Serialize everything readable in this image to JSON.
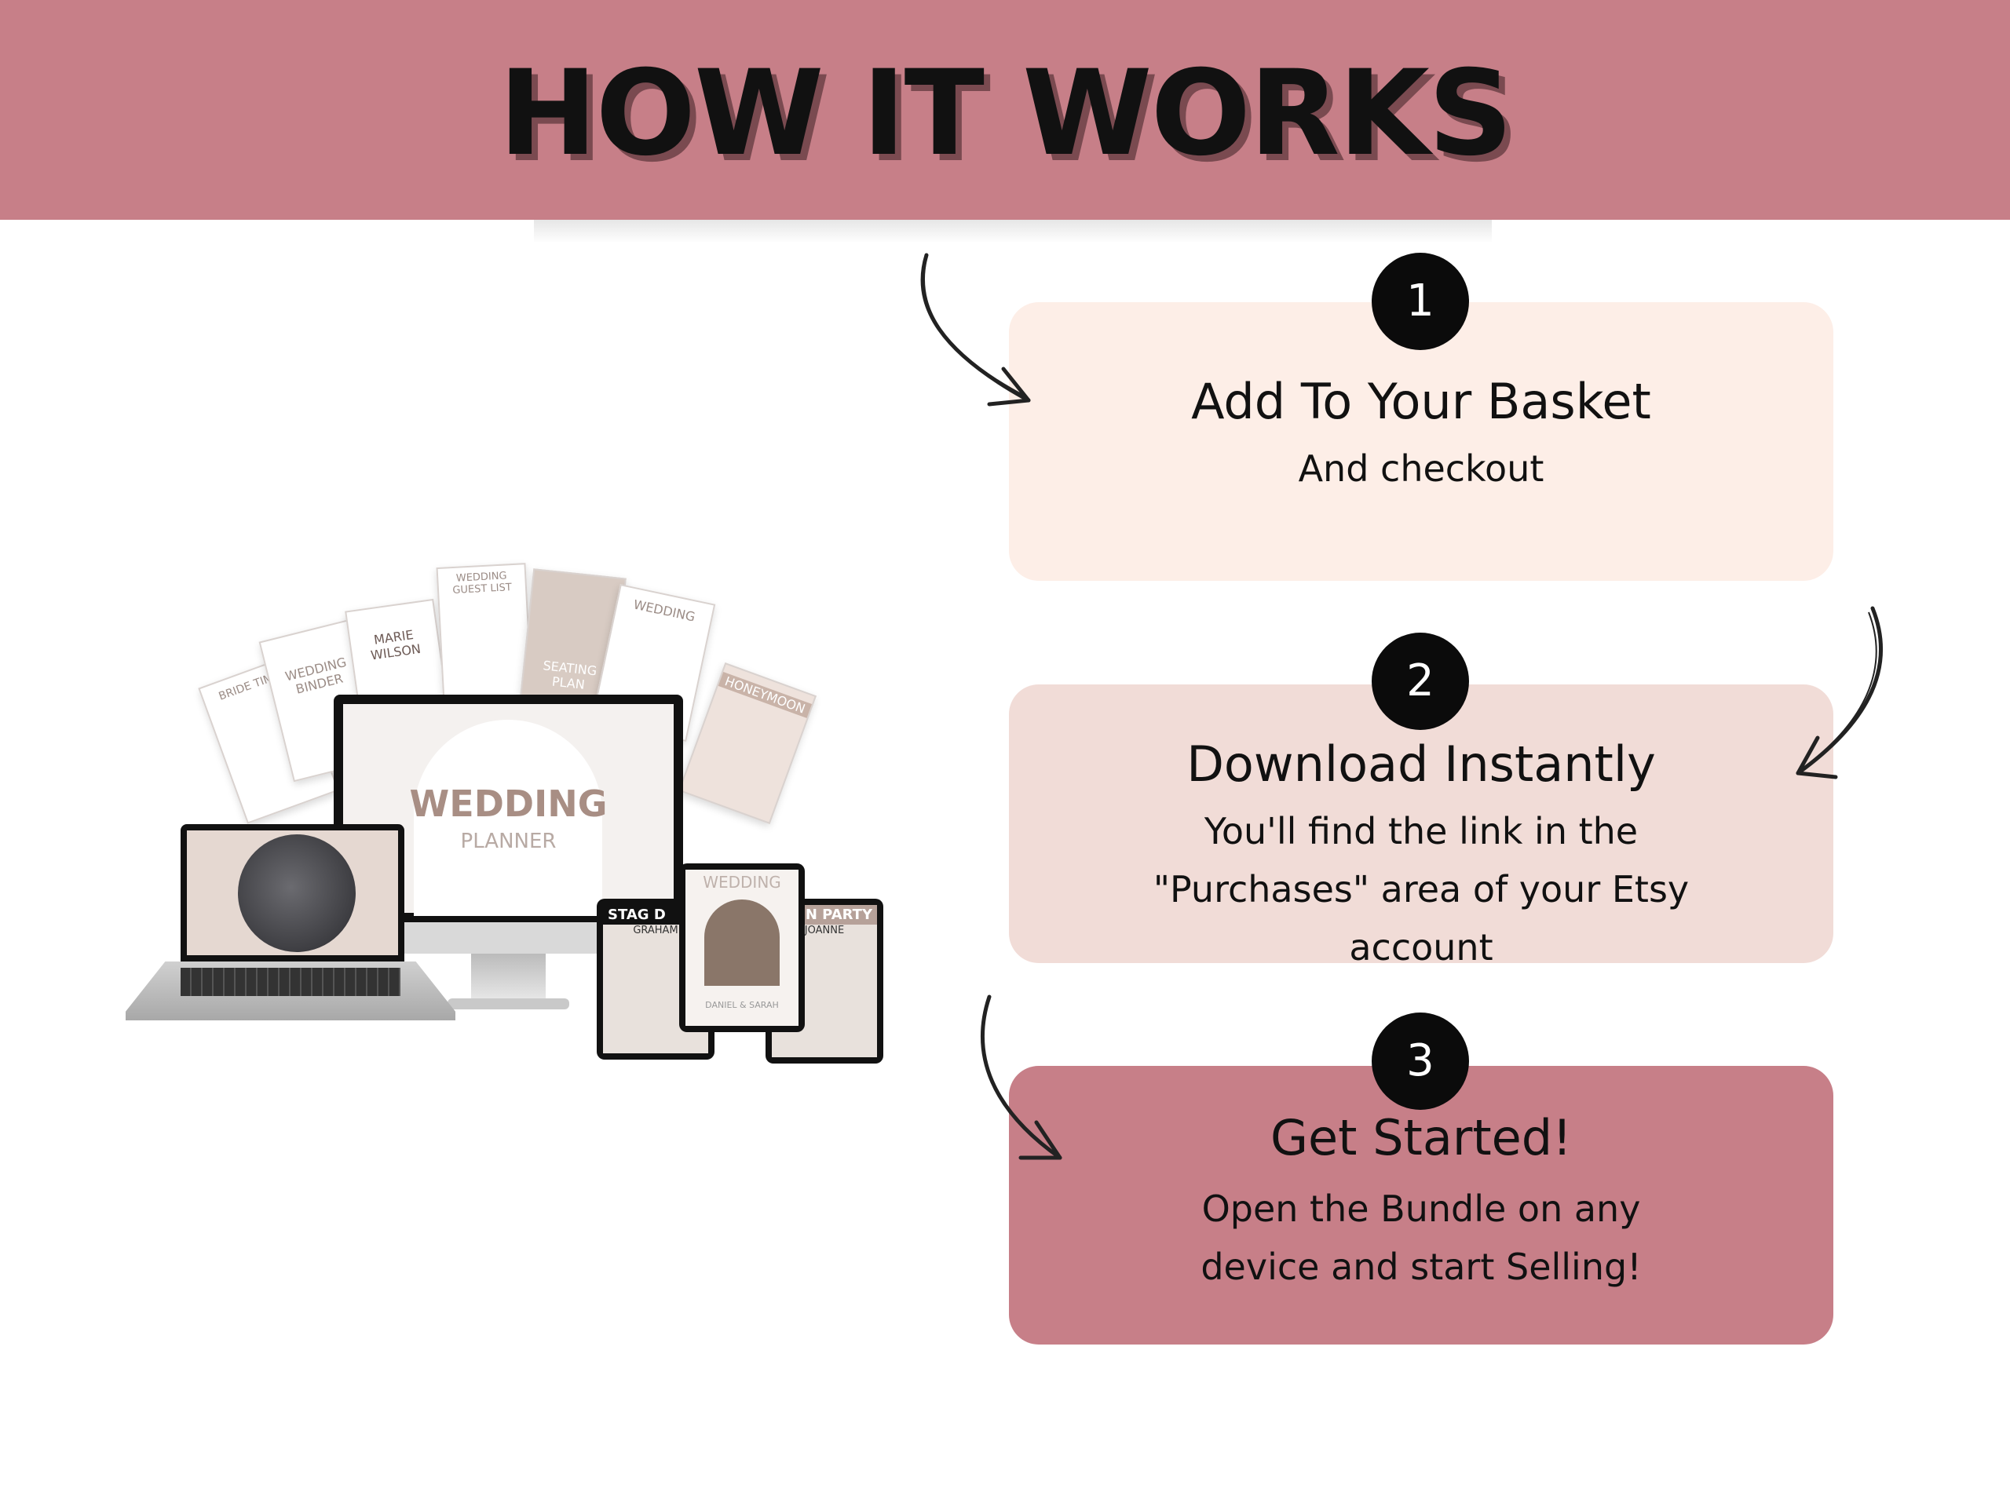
{
  "header": {
    "title": "HOW IT WORKS"
  },
  "steps": [
    {
      "number": "1",
      "title": "Add To Your Basket",
      "subtitle": "And checkout"
    },
    {
      "number": "2",
      "title": "Download Instantly",
      "subtitle": "You'll find the link in the \"Purchases\" area of your Etsy account"
    },
    {
      "number": "3",
      "title": "Get Started!",
      "subtitle": "Open the Bundle on any device and start Selling!"
    }
  ],
  "mockup": {
    "monitor_title": "WEDDING",
    "monitor_subtitle": "PLANNER",
    "tablet_left_label": "STAG D",
    "tablet_left_name": "GRAHAM",
    "tablet_middle_label": "WEDDING",
    "tablet_middle_names": "DANIEL & SARAH",
    "tablet_right_label": "N PARTY",
    "tablet_right_name": "JOANNE",
    "paper_labels": [
      "BRIDE TIME",
      "WEDDING BINDER",
      "MARIE WILSON",
      "WEDDING GUEST LIST",
      "SEATING PLAN",
      "WEDDING",
      "HONEYMOON"
    ]
  },
  "colors": {
    "header": "#c77f88",
    "card1": "#fdeee7",
    "card2": "#f1dcd7",
    "card3": "#c77f88",
    "badge": "#0b0b0b"
  }
}
